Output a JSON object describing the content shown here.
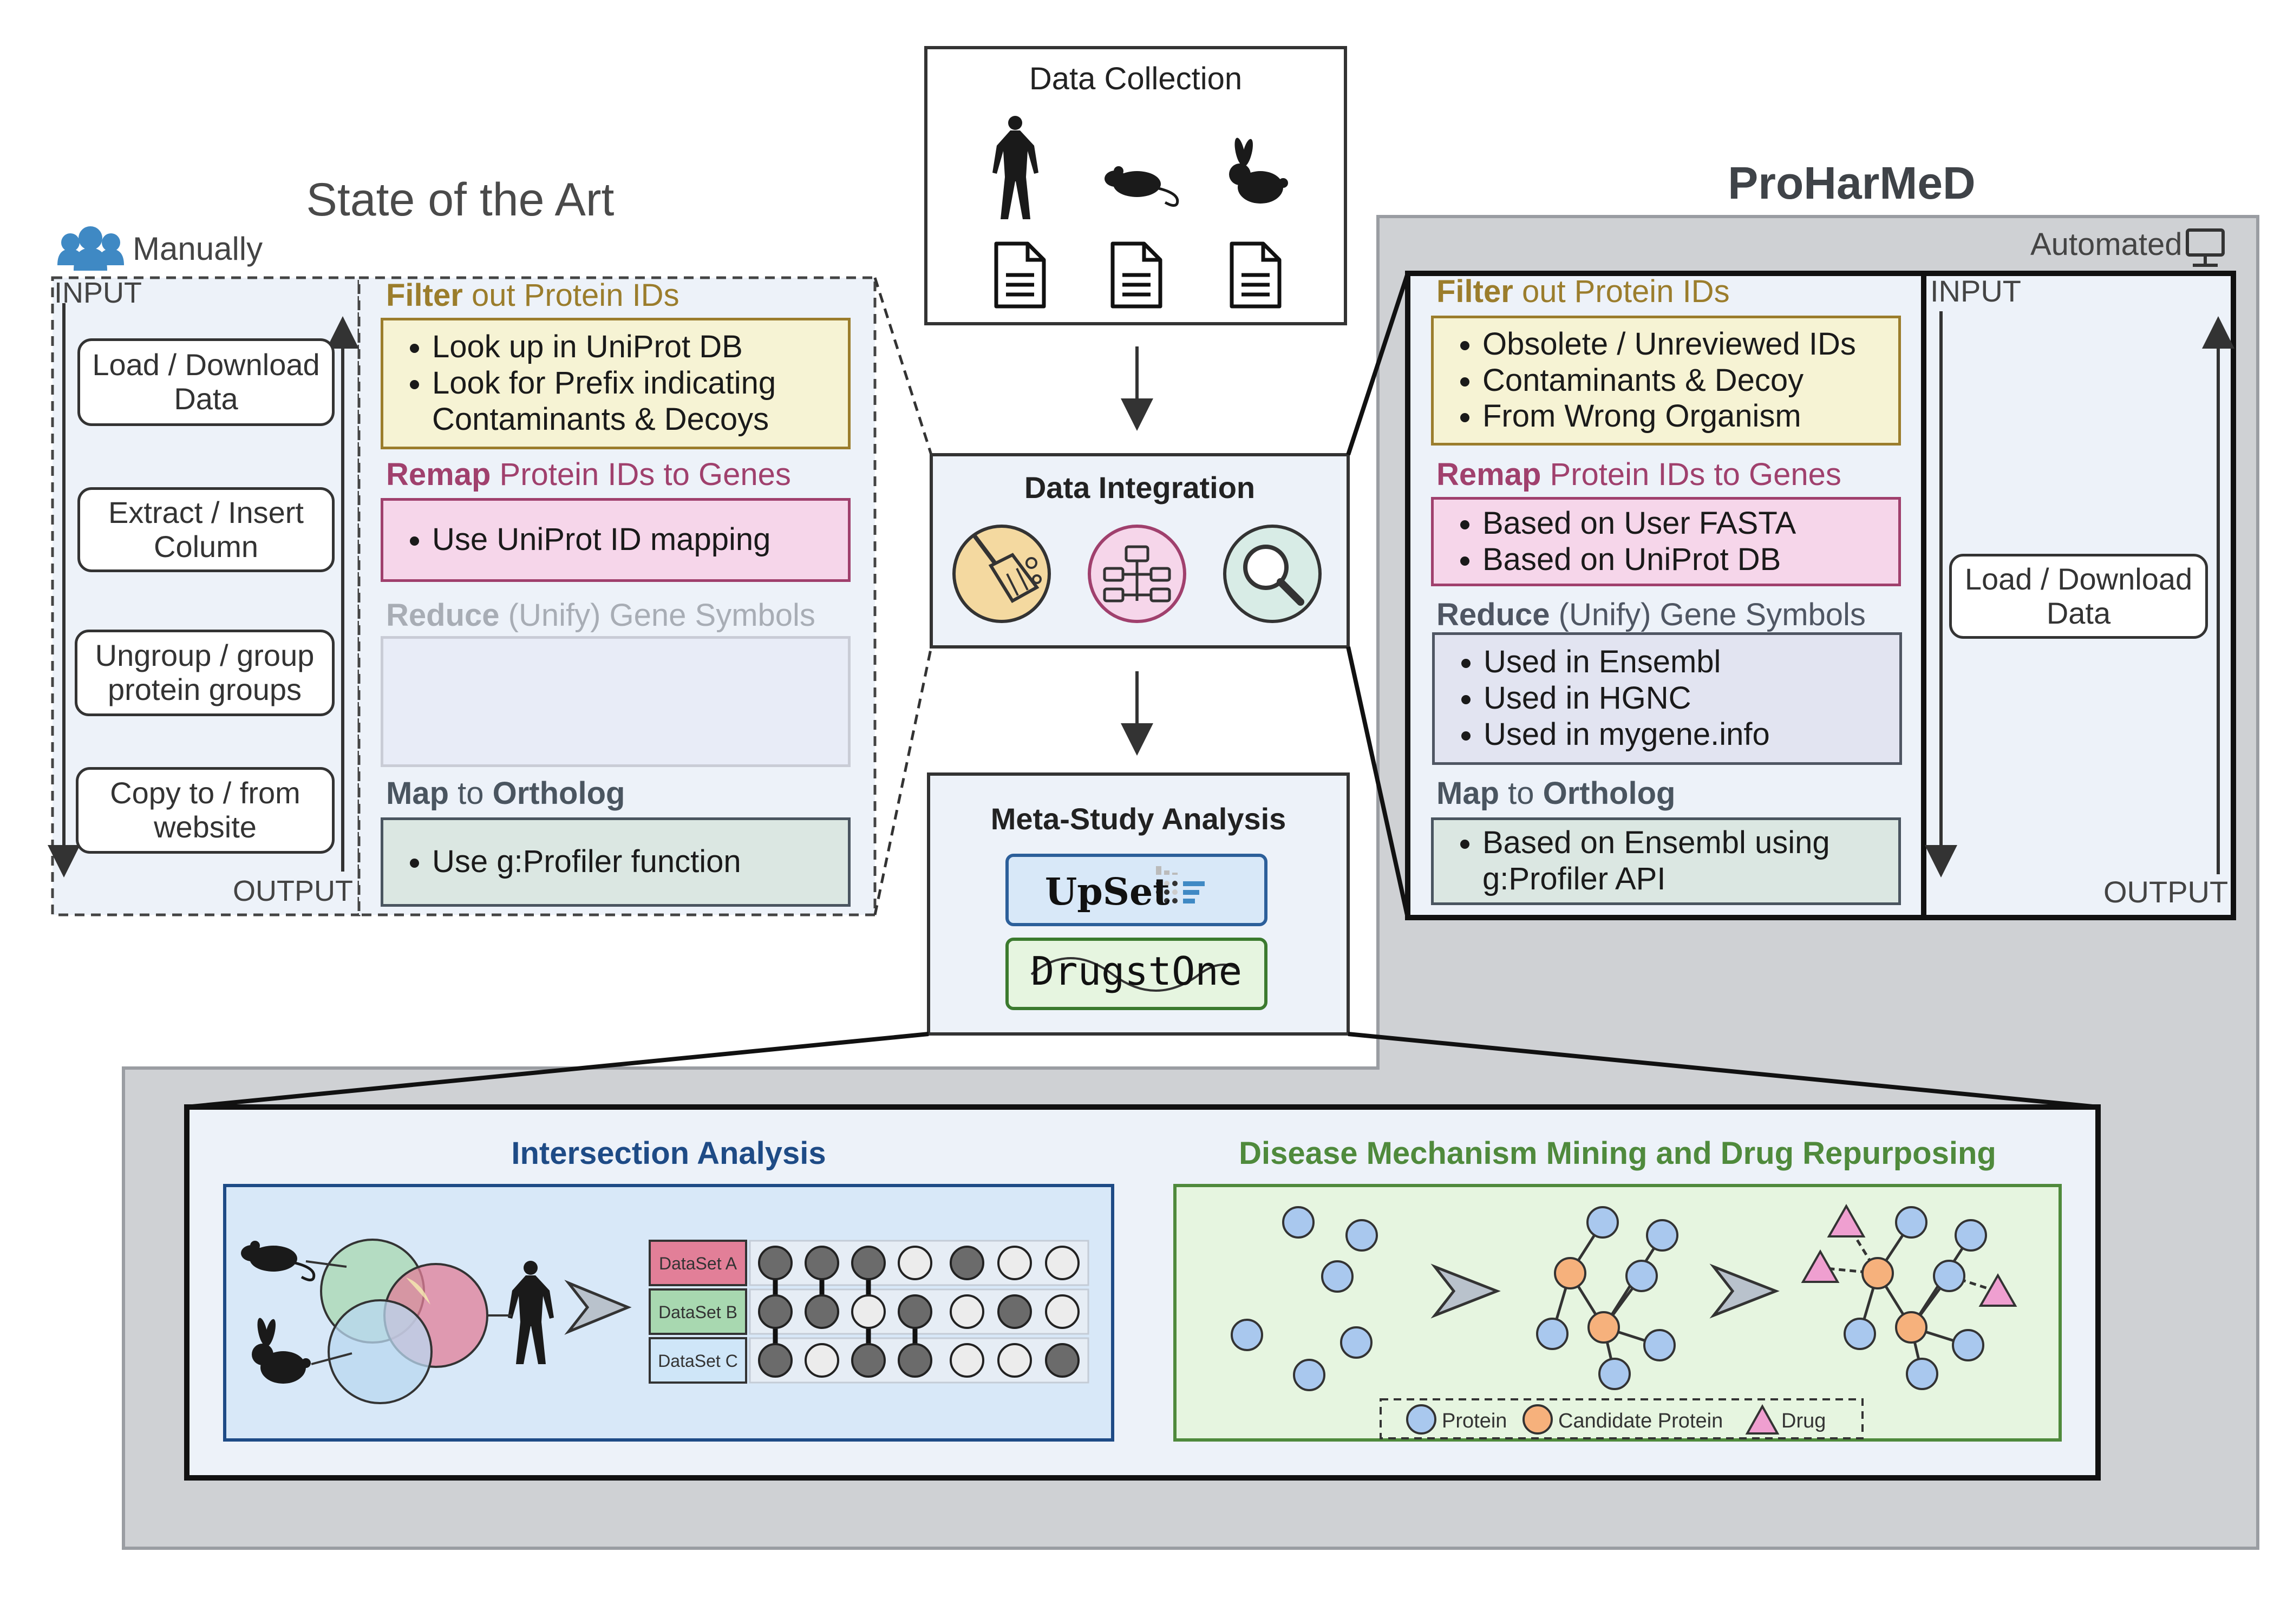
{
  "top": {
    "data_collection_title": "Data Collection",
    "data_integration_title": "Data Integration",
    "meta_study_title": "Meta-Study Analysis",
    "upset_label": "UpSet",
    "drugstone_label": "DrugstOne"
  },
  "sota": {
    "title": "State of the Art",
    "manually_label": "Manually",
    "input_label": "INPUT",
    "output_label": "OUTPUT",
    "steps": [
      "Load / Download Data",
      "Extract / Insert Column",
      "Ungroup / group protein groups",
      "Copy to / from website"
    ],
    "filter": {
      "bold": "Filter",
      "rest": "out Protein IDs",
      "items": [
        "Look up in UniProt DB",
        "Look for Prefix indicating Contaminants & Decoys"
      ]
    },
    "remap": {
      "bold": "Remap",
      "rest": "Protein IDs to Genes",
      "items": [
        "Use UniProt ID mapping"
      ]
    },
    "reduce": {
      "bold": "Reduce",
      "rest": "(Unify) Gene Symbols"
    },
    "map": {
      "bold": "Map",
      "mid": "to",
      "bold2": "Ortholog",
      "items": [
        "Use g:Profiler function"
      ]
    }
  },
  "proharmed": {
    "title": "ProHarMeD",
    "automated_label": "Automated",
    "input_label": "INPUT",
    "output_label": "OUTPUT",
    "load_label": "Load / Download Data",
    "filter": {
      "bold": "Filter",
      "rest": "out Protein IDs",
      "items": [
        "Obsolete / Unreviewed IDs",
        "Contaminants & Decoy",
        "From Wrong Organism"
      ]
    },
    "remap": {
      "bold": "Remap",
      "rest": "Protein IDs to Genes",
      "items": [
        "Based on User FASTA",
        "Based on UniProt DB"
      ]
    },
    "reduce": {
      "bold": "Reduce",
      "rest": "(Unify) Gene Symbols",
      "items": [
        "Used in Ensembl",
        "Used in HGNC",
        "Used in mygene.info"
      ]
    },
    "map": {
      "bold": "Map",
      "mid": "to",
      "bold2": "Ortholog",
      "items": [
        "Based on Ensembl using g:Profiler API"
      ]
    }
  },
  "bottom": {
    "intersection_title": "Intersection Analysis",
    "disease_title": "Disease Mechanism Mining and Drug Repurposing",
    "datasets": [
      "DataSet A",
      "DataSet B",
      "DataSet C"
    ],
    "legend": {
      "protein": "Protein",
      "candidate": "Candidate Protein",
      "drug": "Drug"
    }
  },
  "colors": {
    "filter": "#9b7d2c",
    "filter_bg": "#f6f3d4",
    "remap": "#a0406d",
    "remap_bg": "#f6d6ea",
    "reduce": "#4f5663",
    "reduce_faded": "#a8adb5",
    "reduce_bg": "#e2e4f1",
    "map": "#4a5560",
    "map_bg": "#dbe7e2",
    "panel_bg": "#edf2f9",
    "gray_bg": "#cfd1d4",
    "intersection": "#1e4b86",
    "disease": "#4f8a3c",
    "node_protein": "#a9c8ee",
    "node_candidate": "#f6b17c",
    "node_drug": "#ef9fd0"
  }
}
